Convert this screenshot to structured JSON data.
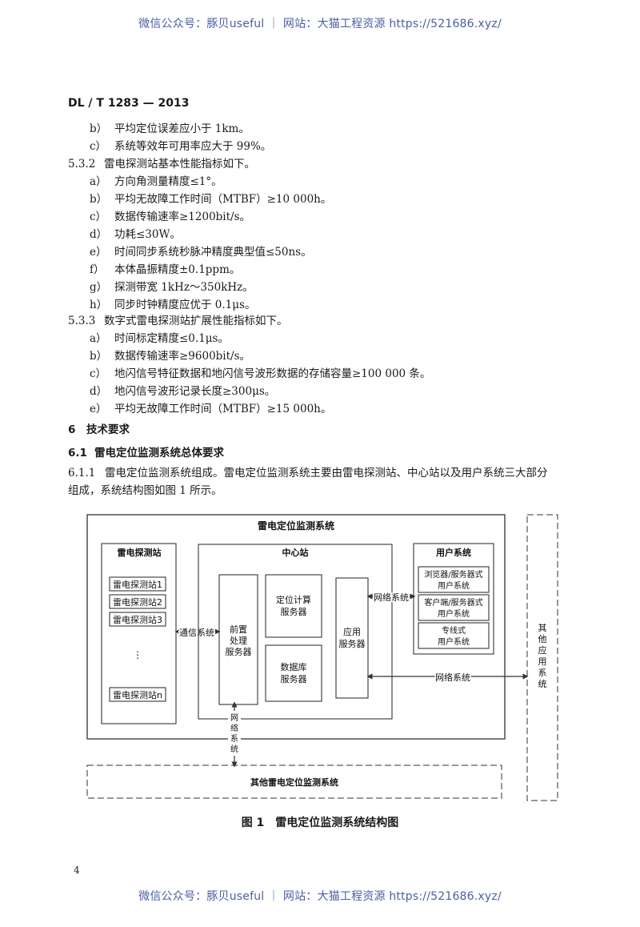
{
  "watermark": "微信公众号：豚贝useful ｜ 网站：大猫工程资源 https://521686.xyz/",
  "standard_no": "DL / T 1283 — 2013",
  "intro_items": [
    {
      "mark": "b）",
      "text": "平均定位误差应小于 1km。"
    },
    {
      "mark": "c）",
      "text": "系统等效年可用率应大于 99%。"
    }
  ],
  "s532": {
    "num": "5.3.2",
    "text": "雷电探测站基本性能指标如下。",
    "items": [
      {
        "mark": "a）",
        "text": "方向角测量精度≤1°。"
      },
      {
        "mark": "b）",
        "text": "平均无故障工作时间（MTBF）≥10 000h。"
      },
      {
        "mark": "c）",
        "text": "数据传输速率≥1200bit/s。"
      },
      {
        "mark": "d）",
        "text": "功耗≤30W。"
      },
      {
        "mark": "e）",
        "text": "时间同步系统秒脉冲精度典型值≤50ns。"
      },
      {
        "mark": "f）",
        "text": "本体晶振精度±0.1ppm。"
      },
      {
        "mark": "g）",
        "text": "探测带宽 1kHz～350kHz。"
      },
      {
        "mark": "h）",
        "text": "同步时钟精度应优于 0.1μs。"
      }
    ]
  },
  "s533": {
    "num": "5.3.3",
    "text": "数字式雷电探测站扩展性能指标如下。",
    "items": [
      {
        "mark": "a）",
        "text": "时间标定精度≤0.1μs。"
      },
      {
        "mark": "b）",
        "text": "数据传输速率≥9600bit/s。"
      },
      {
        "mark": "c）",
        "text": "地闪信号特征数据和地闪信号波形数据的存储容量≥100 000 条。"
      },
      {
        "mark": "d）",
        "text": "地闪信号波形记录长度≥300μs。"
      },
      {
        "mark": "e）",
        "text": "平均无故障工作时间（MTBF）≥15 000h。"
      }
    ]
  },
  "s6": {
    "num": "6",
    "title": "技术要求"
  },
  "s61": {
    "num": "6.1",
    "title": "雷电定位监测系统总体要求"
  },
  "s611": {
    "num": "6.1.1",
    "line1": "雷电定位监测系统组成。雷电定位监测系统主要由雷电探测站、中心站以及用户系统三大部分",
    "line2": "组成，系统结构图如图 1 所示。"
  },
  "figure": {
    "outer_title": "雷电定位监测系统",
    "detect_group": "雷电探测站",
    "stations": [
      "雷电探测站1",
      "雷电探测站2",
      "雷电探测站3"
    ],
    "ellipsis": "⋮",
    "station_n": "雷电探测站n",
    "comm_label": "通信系统",
    "center_title": "中心站",
    "preproc": [
      "前置",
      "处理",
      "服务器"
    ],
    "locate": [
      "定位计算",
      "服务器"
    ],
    "database": [
      "数据库",
      "服务器"
    ],
    "app": [
      "应用",
      "服务器"
    ],
    "net_label_1": "网络系统",
    "net_label_2": "网络系统",
    "net_vertical": [
      "网",
      "络",
      "系",
      "统"
    ],
    "user_title": "用户系统",
    "user_boxes": [
      [
        "浏览器/服务器式",
        "用户系统"
      ],
      [
        "客户端/服务器式",
        "用户系统"
      ],
      [
        "专线式",
        "用户系统"
      ]
    ],
    "other_apps": [
      "其",
      "他",
      "应",
      "用",
      "系",
      "统"
    ],
    "other_lightning": "其他雷电定位监测系统",
    "caption": "图 1　雷电定位监测系统结构图"
  },
  "page_number": "4"
}
